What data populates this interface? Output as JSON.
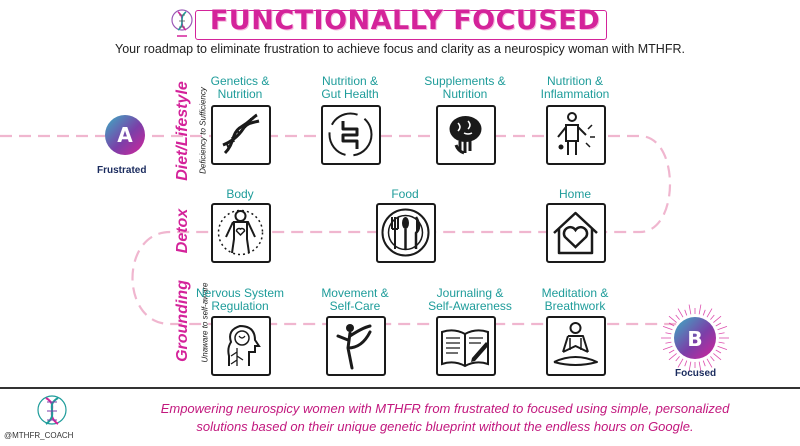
{
  "header": {
    "title": "FUNCTIONALLY FOCUSED",
    "subtitle": "Your roadmap to eliminate frustration to achieve focus and clarity as a neurospicy woman with MTHFR."
  },
  "start": {
    "letter": "A",
    "label": "Frustrated"
  },
  "end": {
    "letter": "B",
    "label": "Focused"
  },
  "rows": [
    {
      "label": "Diet/Lifestyle",
      "sublabel": "Deficiency to Sufficiency",
      "steps": [
        {
          "line1": "Genetics &",
          "line2": "Nutrition",
          "icon": "dna-icon"
        },
        {
          "line1": "Nutrition &",
          "line2": "Gut Health",
          "icon": "gut-icon"
        },
        {
          "line1": "Supplements &",
          "line2": "Nutrition",
          "icon": "brain-hand-icon"
        },
        {
          "line1": "Nutrition &",
          "line2": "Inflammation",
          "icon": "inflammation-icon"
        }
      ]
    },
    {
      "label": "Detox",
      "sublabel": "",
      "steps": [
        {
          "line1": "Body",
          "line2": "",
          "icon": "body-icon"
        },
        {
          "line1": "Food",
          "line2": "",
          "icon": "utensils-icon"
        },
        {
          "line1": "Home",
          "line2": "",
          "icon": "home-heart-icon"
        }
      ]
    },
    {
      "label": "Grounding",
      "sublabel": "Unaware to self-aware",
      "steps": [
        {
          "line1": "Nervous System",
          "line2": "Regulation",
          "icon": "nervous-system-icon"
        },
        {
          "line1": "Movement &",
          "line2": "Self-Care",
          "icon": "yoga-pose-icon"
        },
        {
          "line1": "Journaling &",
          "line2": "Self-Awareness",
          "icon": "journal-icon"
        },
        {
          "line1": "Meditation &",
          "line2": "Breathwork",
          "icon": "meditation-icon"
        }
      ]
    }
  ],
  "footer": {
    "line1": "Empowering neurospicy women with MTHFR from frustrated to focused using simple, personalized",
    "line2": "solutions based on their unique genetic blueprint without the endless hours on Google.",
    "handle": "@MTHFR_COACH"
  },
  "colors": {
    "accent": "#d4239a",
    "teal": "#1e9c9a",
    "path": "#f0b6cf",
    "navy": "#1a2b5e"
  }
}
